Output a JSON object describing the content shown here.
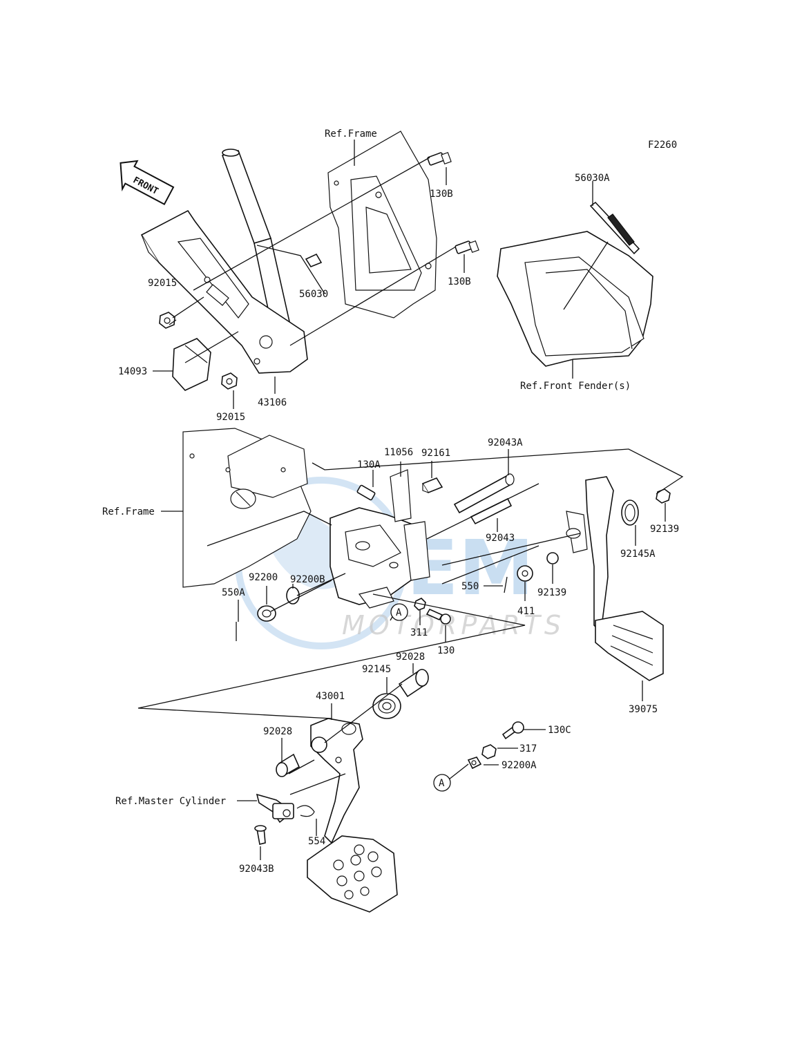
{
  "figure_code": "F2260",
  "watermark": {
    "brand": "OEM",
    "sub": "MOTORPARTS"
  },
  "front_arrow": "FRONT",
  "callout_letter": "A",
  "labels": {
    "ref_frame_top": "Ref.Frame",
    "ref_frame_mid": "Ref.Frame",
    "ref_front_fender": "Ref.Front Fender(s)",
    "ref_master_cylinder": "Ref.Master Cylinder",
    "p130B_a": "130B",
    "p130B_b": "130B",
    "p56030A": "56030A",
    "p56030": "56030",
    "p92015_a": "92015",
    "p92015_b": "92015",
    "p14093": "14093",
    "p43106": "43106",
    "p130A": "130A",
    "p11056": "11056",
    "p92161": "92161",
    "p92043A": "92043A",
    "p92043": "92043",
    "p92139_a": "92139",
    "p92139_b": "92139",
    "p92145A": "92145A",
    "p92200B": "92200B",
    "p92200": "92200",
    "p550A": "550A",
    "p550": "550",
    "p411": "411",
    "p311": "311",
    "p130": "130",
    "p92145": "92145",
    "p92028_a": "92028",
    "p92028_b": "92028",
    "p43001": "43001",
    "p39075": "39075",
    "p130C": "130C",
    "p317": "317",
    "p92200A": "92200A",
    "p554": "554",
    "p92043B": "92043B"
  }
}
